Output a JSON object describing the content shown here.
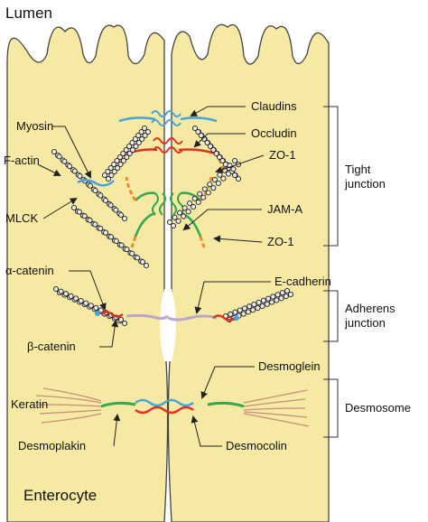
{
  "regions": {
    "lumen": "Lumen",
    "enterocyte": "Enterocyte"
  },
  "left_labels": {
    "myosin": "Myosin",
    "f_actin": "F-actin",
    "mlck": "MLCK",
    "alpha_catenin": "α-catenin",
    "beta_catenin": "β-catenin",
    "keratin": "Keratin",
    "desmoplakin": "Desmoplakin"
  },
  "right_labels": {
    "claudins": "Claudins",
    "occludin": "Occludin",
    "zo1_top": "ZO-1",
    "jam_a": "JAM-A",
    "zo1_bottom": "ZO-1",
    "e_cadherin": "E-cadherin",
    "desmoglein": "Desmoglein",
    "desmocolin": "Desmocolin"
  },
  "groups": {
    "tight_junction": [
      "Tight",
      "junction"
    ],
    "adherens_junction": [
      "Adherens",
      "junction"
    ],
    "desmosome": "Desmosome"
  },
  "colors": {
    "cytoplasm": "#f5e9a3",
    "claudin": "#4aa3d8",
    "occludin": "#e0301e",
    "zo1": "#f08a2a",
    "jam": "#2fa84f",
    "cadherin": "#b9a7cc",
    "keratin": "#c98b7a"
  }
}
